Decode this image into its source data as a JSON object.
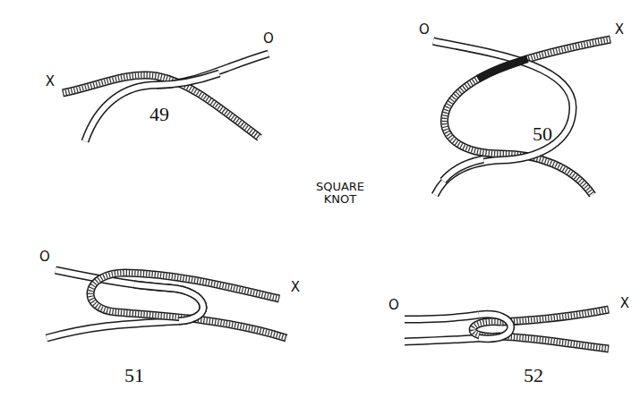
{
  "diagram": {
    "labels": [
      "X",
      "O",
      "49",
      "O",
      "X",
      "50",
      "SQUARE KNOT",
      "O",
      "X",
      "51",
      "O",
      "X",
      "52"
    ]
  }
}
